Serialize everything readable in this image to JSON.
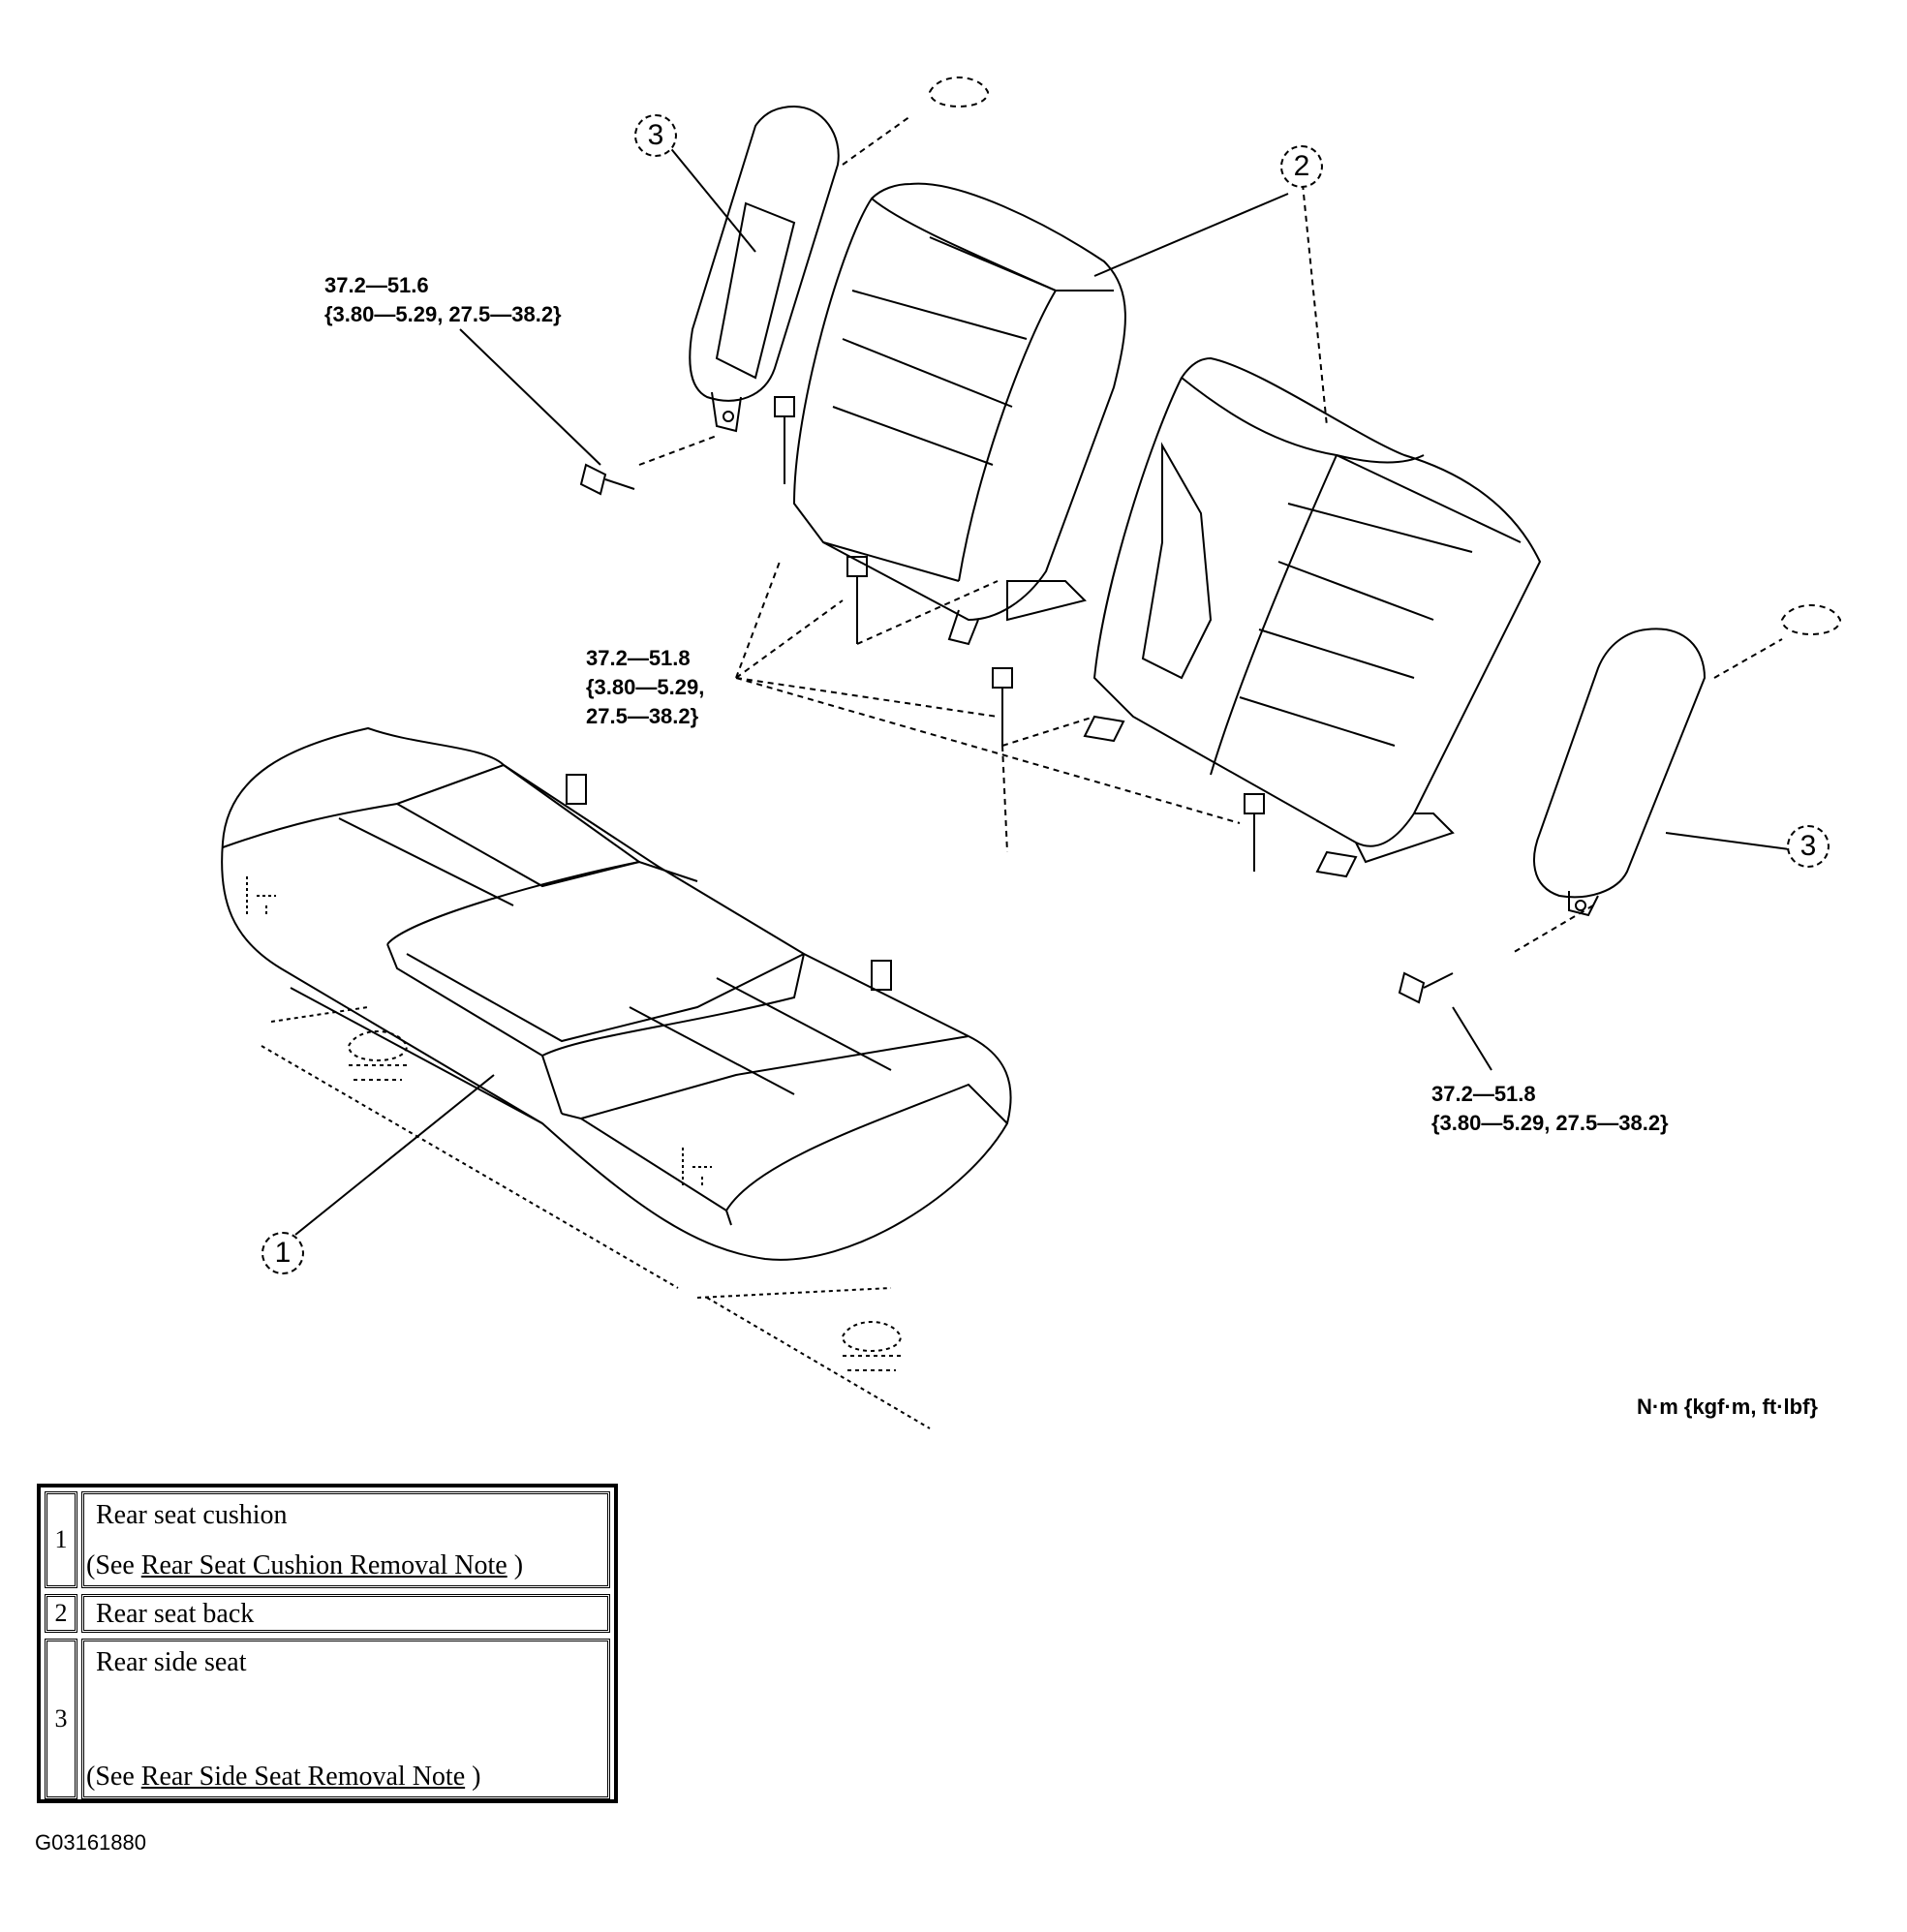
{
  "torque_labels": {
    "top_left": {
      "line1": "37.2—51.6",
      "line2": "{3.80—5.29, 27.5—38.2}"
    },
    "center": {
      "line1": "37.2—51.8",
      "line2": "{3.80—5.29,",
      "line3": "27.5—38.2}"
    },
    "right": {
      "line1": "37.2—51.8",
      "line2": "{3.80—5.29, 27.5—38.2}"
    }
  },
  "units_label": "N·m {kgf·m, ft·lbf}",
  "callouts": {
    "c1": "1",
    "c2": "2",
    "c3_top": "3",
    "c3_right": "3"
  },
  "parts": [
    {
      "number": "1",
      "name": "Rear seat cushion",
      "see_prefix": "(See ",
      "see_link": "Rear Seat Cushion Removal Note",
      "see_suffix": " )"
    },
    {
      "number": "2",
      "name": "Rear seat back"
    },
    {
      "number": "3",
      "name": "Rear side seat",
      "see_prefix": "(See ",
      "see_link": "Rear Side Seat Removal Note",
      "see_suffix": " )"
    }
  ],
  "figure_code": "G03161880"
}
